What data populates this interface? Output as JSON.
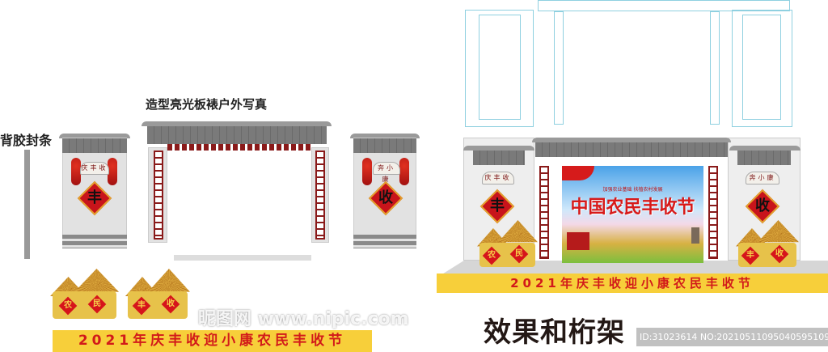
{
  "left_section": {
    "title": "造型亮光板裱户外写真",
    "strip_label": "背胶封条",
    "left_panel": {
      "scroll": "庆丰收",
      "diamond": "丰"
    },
    "right_panel": {
      "scroll": "奔小康",
      "diamond": "收"
    },
    "huts": [
      {
        "tags": [
          "农",
          "民"
        ]
      },
      {
        "tags": [
          "丰",
          "收"
        ]
      }
    ],
    "banner": "2021年庆丰收迎小康农民丰收节"
  },
  "right_section": {
    "screen": {
      "headline": "中国农民丰收节",
      "subtitle": "加强农业基础 扶植农村发展"
    },
    "left_panel": {
      "scroll": "庆丰收",
      "diamond": "丰"
    },
    "right_panel": {
      "scroll": "奔小康",
      "diamond": "收"
    },
    "huts": [
      {
        "tags": [
          "农",
          "民"
        ]
      },
      {
        "tags": [
          "丰",
          "收"
        ]
      }
    ],
    "banner": "2021年庆丰收迎小康农民丰收节",
    "caption": "效果和桁架"
  },
  "watermark": {
    "site": "昵图网 www.nipic.com",
    "id_text": "ID:31023614 NO:20210511095040595109"
  },
  "colors": {
    "banner_yellow": "#f7cf3a",
    "banner_text_red": "#d21a1a",
    "truss_blue": "#8fd0e0",
    "wall_gray": "#e2e2e2"
  }
}
